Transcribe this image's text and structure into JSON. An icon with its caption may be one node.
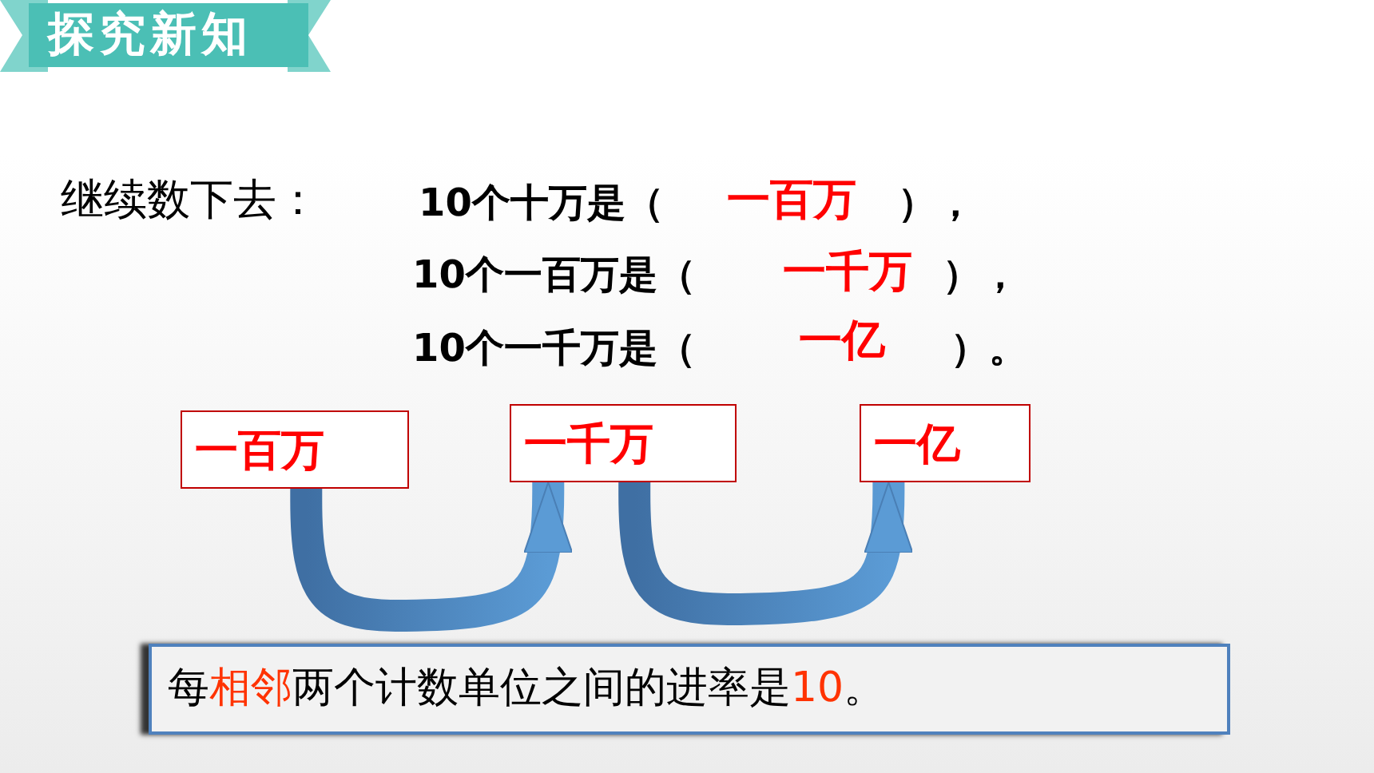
{
  "diagram": {
    "title": "探究新知",
    "nodes": [
      {
        "text": [
          "一百万"
        ]
      },
      {
        "text": [
          "一千万"
        ]
      },
      {
        "text": [
          "一亿"
        ]
      },
      {
        "text": [
          "每",
          "相邻",
          "两个计数单位之间的进率是",
          "10",
          "。"
        ]
      }
    ],
    "edges": [
      {
        "from": 0,
        "to": 1,
        "arrow": "to",
        "style": "thick"
      },
      {
        "from": 1,
        "to": 2,
        "arrow": "to",
        "style": "thick"
      }
    ],
    "labels": [
      "继续数下去：",
      "10个十万是（",
      "一百万",
      "），",
      "10个一百万是（",
      "一千万",
      "），",
      "10个一千万是（",
      "一亿",
      "）。"
    ]
  }
}
